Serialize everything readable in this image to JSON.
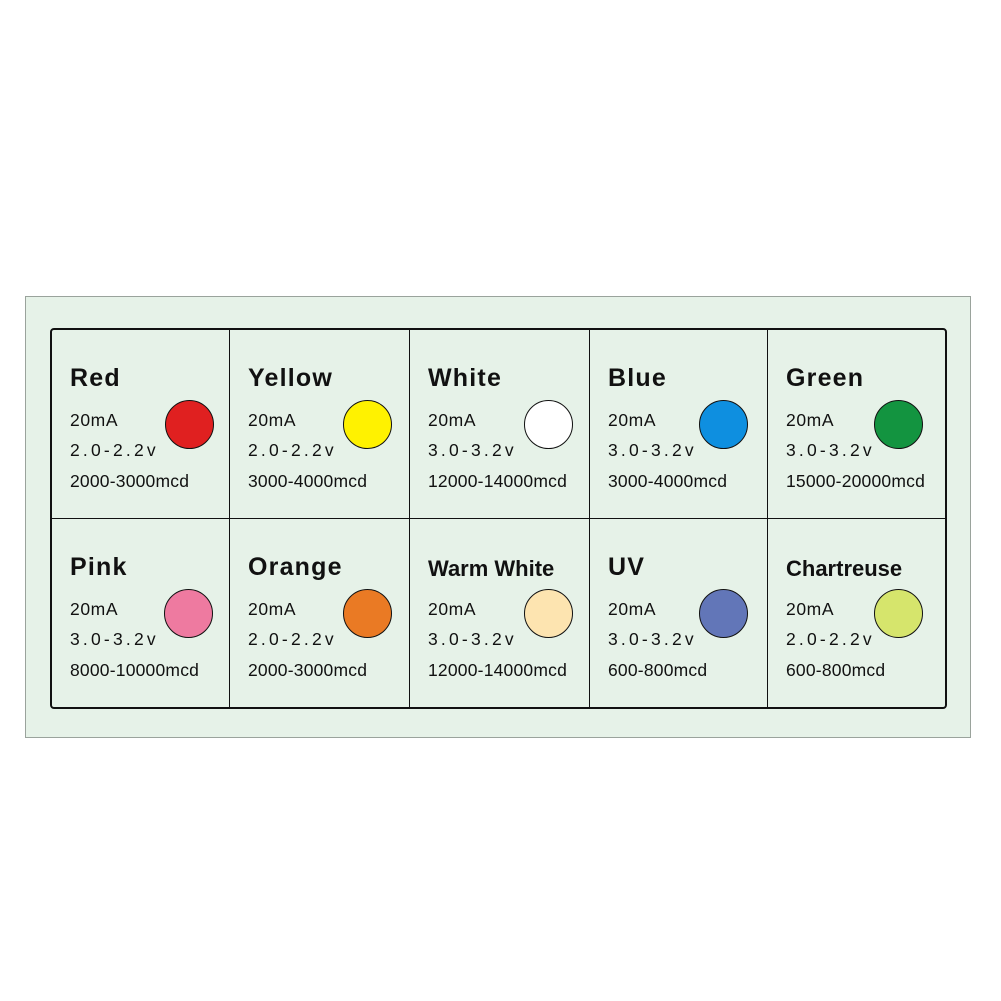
{
  "leds": [
    {
      "name": "Red",
      "current": "20mA",
      "voltage": "2.0-2.2v",
      "luminosity": "2000-3000mcd",
      "color": "#e02020"
    },
    {
      "name": "Yellow",
      "current": "20mA",
      "voltage": "2.0-2.2v",
      "luminosity": "3000-4000mcd",
      "color": "#fff200"
    },
    {
      "name": "White",
      "current": "20mA",
      "voltage": "3.0-3.2v",
      "luminosity": "12000-14000mcd",
      "color": "#ffffff"
    },
    {
      "name": "Blue",
      "current": "20mA",
      "voltage": "3.0-3.2v",
      "luminosity": "3000-4000mcd",
      "color": "#0e8fe0"
    },
    {
      "name": "Green",
      "current": "20mA",
      "voltage": "3.0-3.2v",
      "luminosity": "15000-20000mcd",
      "color": "#139440"
    },
    {
      "name": "Pink",
      "current": "20mA",
      "voltage": "3.0-3.2v",
      "luminosity": "8000-10000mcd",
      "color": "#ee7aa0"
    },
    {
      "name": "Orange",
      "current": "20mA",
      "voltage": "2.0-2.2v",
      "luminosity": "2000-3000mcd",
      "color": "#ea7a24"
    },
    {
      "name": "Warm White",
      "current": "20mA",
      "voltage": "3.0-3.2v",
      "luminosity": "12000-14000mcd",
      "color": "#fde4b0"
    },
    {
      "name": "UV",
      "current": "20mA",
      "voltage": "3.0-3.2v",
      "luminosity": "600-800mcd",
      "color": "#6276b8"
    },
    {
      "name": "Chartreuse",
      "current": "20mA",
      "voltage": "2.0-2.2v",
      "luminosity": "600-800mcd",
      "color": "#d6e56c"
    }
  ]
}
